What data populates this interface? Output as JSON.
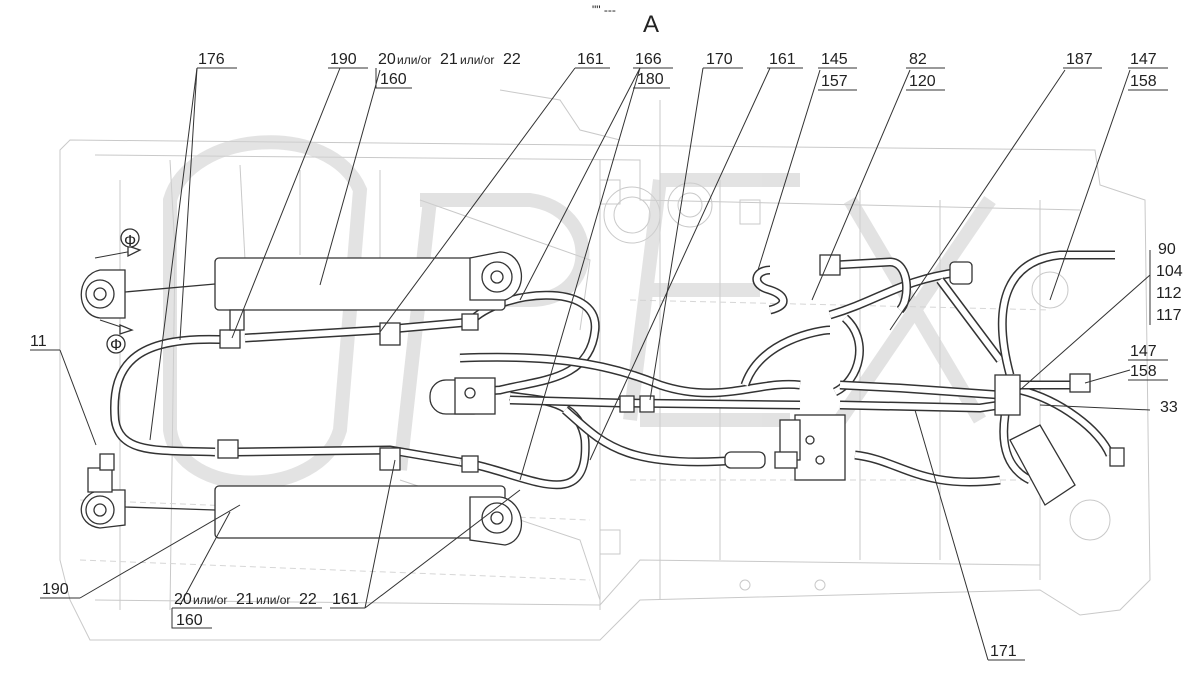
{
  "view_label": "А",
  "view_marker": "\"\" ---",
  "section_marks": [
    "Ф",
    "Ф"
  ],
  "callouts": [
    {
      "id": "c176",
      "text": "176"
    },
    {
      "id": "c190-top",
      "text": "190"
    },
    {
      "id": "c20-top-a",
      "text": "20"
    },
    {
      "id": "c20-top-or1",
      "text": "или/or"
    },
    {
      "id": "c20-top-b",
      "text": "21"
    },
    {
      "id": "c20-top-or2",
      "text": "или/or"
    },
    {
      "id": "c20-top-c",
      "text": "22"
    },
    {
      "id": "c160-top",
      "text": "160"
    },
    {
      "id": "c161-top-a",
      "text": "161"
    },
    {
      "id": "c166",
      "text": "166"
    },
    {
      "id": "c180",
      "text": "180"
    },
    {
      "id": "c170",
      "text": "170"
    },
    {
      "id": "c161-top-b",
      "text": "161"
    },
    {
      "id": "c145",
      "text": "145"
    },
    {
      "id": "c157",
      "text": "157"
    },
    {
      "id": "c82",
      "text": "82"
    },
    {
      "id": "c120",
      "text": "120"
    },
    {
      "id": "c187",
      "text": "187"
    },
    {
      "id": "c147-top",
      "text": "147"
    },
    {
      "id": "c158-top",
      "text": "158"
    },
    {
      "id": "c90",
      "text": "90"
    },
    {
      "id": "c104",
      "text": "104"
    },
    {
      "id": "c112",
      "text": "112"
    },
    {
      "id": "c117",
      "text": "117"
    },
    {
      "id": "c147-mid",
      "text": "147"
    },
    {
      "id": "c158-mid",
      "text": "158"
    },
    {
      "id": "c33",
      "text": "33"
    },
    {
      "id": "c11",
      "text": "11"
    },
    {
      "id": "c190-bot",
      "text": "190"
    },
    {
      "id": "c20-bot-a",
      "text": "20"
    },
    {
      "id": "c20-bot-or1",
      "text": "или/or"
    },
    {
      "id": "c20-bot-b",
      "text": "21"
    },
    {
      "id": "c20-bot-or2",
      "text": "или/or"
    },
    {
      "id": "c20-bot-c",
      "text": "22"
    },
    {
      "id": "c160-bot",
      "text": "160"
    },
    {
      "id": "c161-bot",
      "text": "161"
    },
    {
      "id": "c171",
      "text": "171"
    }
  ]
}
